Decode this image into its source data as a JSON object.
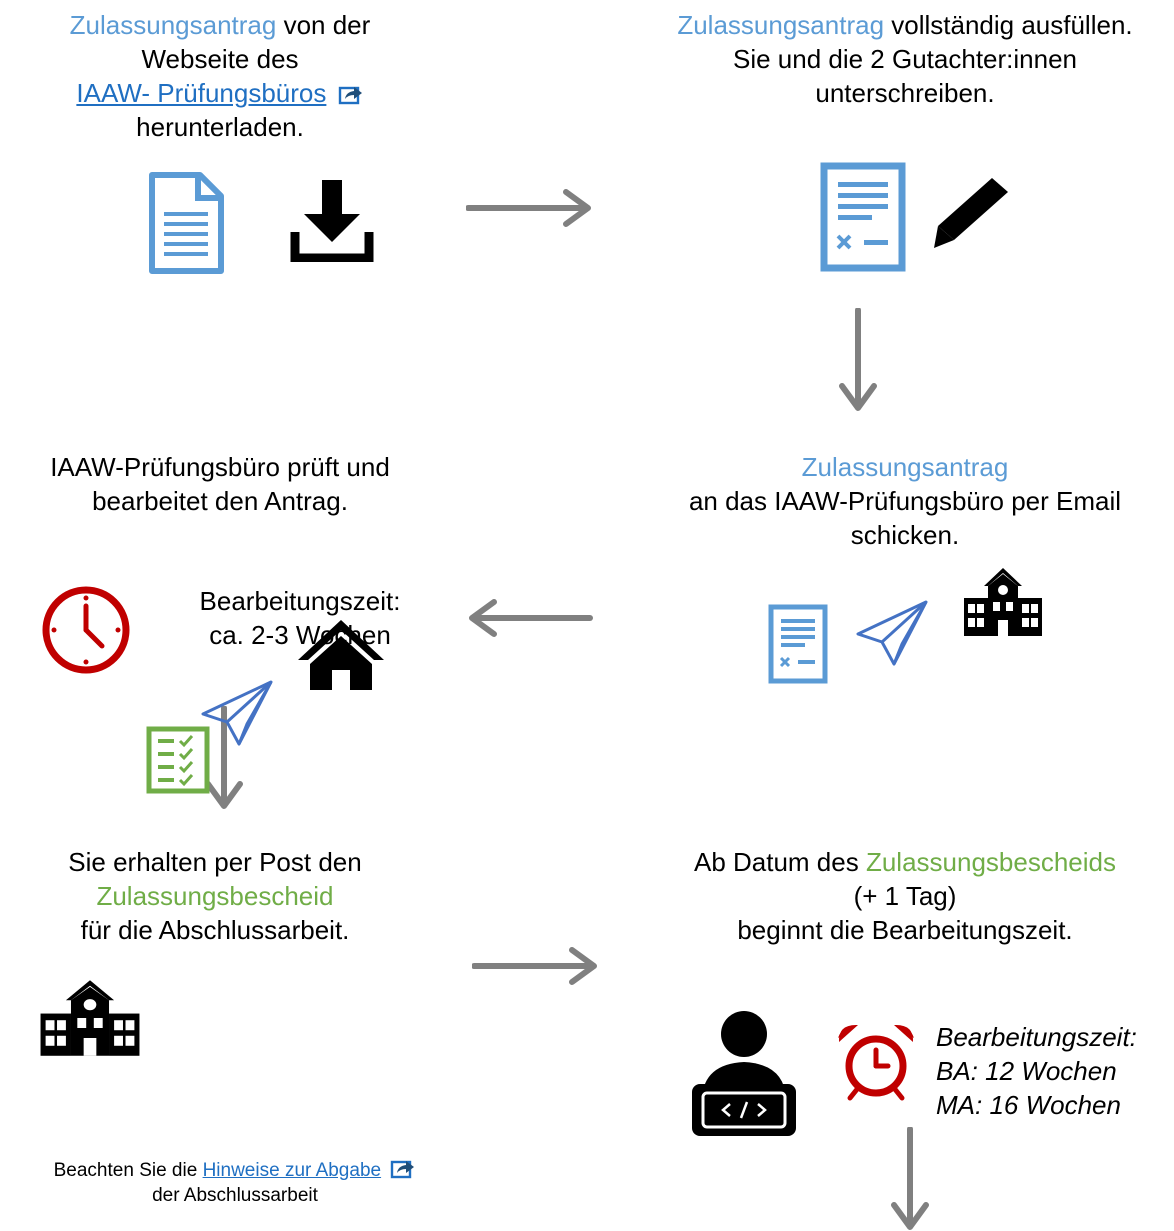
{
  "colors": {
    "accent_blue": "#5b9bd5",
    "accent_green": "#70ad47",
    "link": "#1f6fc2",
    "alarm_red": "#c00000",
    "arrow_gray": "#808080",
    "paper_plane_blue": "#4472c4"
  },
  "step1": {
    "highlight": "Zulassungsantrag",
    "text_after": " von der",
    "line2": "Webseite des",
    "link_label": "IAAW- Prüfungsbüros",
    "line4": "herunterladen.",
    "icons": [
      "document-icon",
      "download-icon"
    ]
  },
  "step2": {
    "highlight": "Zulassungsantrag",
    "text_after": " vollständig ausfüllen.",
    "line2": "Sie und die 2 Gutachter:innen",
    "line3": "unterschreiben.",
    "icons": [
      "form-icon",
      "pencil-icon"
    ]
  },
  "step3": {
    "highlight": "Zulassungsantrag",
    "line2": "an das IAAW-Prüfungsbüro per Email",
    "line3": "schicken.",
    "icons": [
      "form-icon",
      "paper-plane-icon",
      "school-icon"
    ]
  },
  "step4": {
    "line1": "IAAW-Prüfungsbüro prüft und",
    "line2": "bearbeitet den Antrag.",
    "duration_line1": "Bearbeitungszeit:",
    "duration_line2": "ca. 2-3 Wochen",
    "icons": [
      "clock-icon"
    ]
  },
  "step5": {
    "line1": "Sie erhalten per Post den",
    "highlight": "Zulassungsbescheid",
    "line3": "für die Abschlussarbeit.",
    "note_prefix": "Beachten Sie die ",
    "note_link": "Hinweise zur Abgabe",
    "note_line2": "der Abschlussarbeit",
    "icons": [
      "school-icon",
      "checklist-icon",
      "paper-plane-icon",
      "home-icon"
    ]
  },
  "step6": {
    "text_before": "Ab Datum des ",
    "highlight": "Zulassungsbescheids",
    "line2": "(+ 1 Tag)",
    "line3": "beginnt die Bearbeitungszeit.",
    "duration_title": "Bearbeitungszeit:",
    "duration_ba": "BA: 12 Wochen",
    "duration_ma": "MA: 16 Wochen",
    "icons": [
      "developer-icon",
      "alarm-clock-icon"
    ]
  }
}
